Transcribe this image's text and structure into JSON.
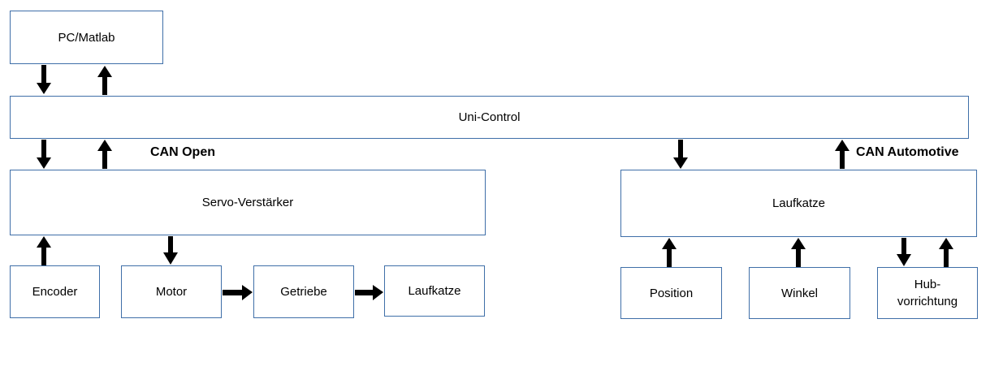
{
  "blocks": {
    "pc_matlab": "PC/Matlab",
    "uni_control": "Uni-Control",
    "servo_verstaerker": "Servo-Verstärker",
    "laufkatze_right": "Laufkatze",
    "encoder": "Encoder",
    "motor": "Motor",
    "getriebe": "Getriebe",
    "laufkatze_chain": "Laufkatze",
    "position": "Position",
    "winkel": "Winkel",
    "hubvorrichtung": "Hub-\nvorrichtung"
  },
  "bus_labels": {
    "can_open": "CAN Open",
    "can_automotive": "CAN Automotive"
  },
  "colors": {
    "box_border": "#3f6fa8",
    "arrow": "#000000"
  }
}
